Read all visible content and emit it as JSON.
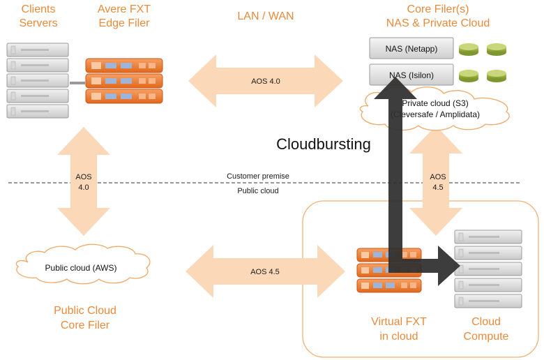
{
  "labels": {
    "clients_line1": "Clients",
    "clients_line2": "Servers",
    "avere_line1": "Avere FXT",
    "avere_line2": "Edge Filer",
    "lan_wan": "LAN / WAN",
    "core_line1": "Core Filer(s)",
    "core_line2": "NAS & Private Cloud",
    "public_core_line1": "Public Cloud",
    "public_core_line2": "Core Filer",
    "virtual_line1": "Virtual FXT",
    "virtual_line2": "in cloud",
    "compute_line1": "Cloud",
    "compute_line2": "Compute"
  },
  "arrows": {
    "top_horizontal": "AOS 4.0",
    "bottom_horizontal": "AOS 4.5",
    "left_vertical_line1": "AOS",
    "left_vertical_line2": "4.0",
    "right_vertical_line1": "AOS",
    "right_vertical_line2": "4.5"
  },
  "nas": {
    "netapp": "NAS (Netapp)",
    "isilon": "NAS (Isilon)"
  },
  "clouds": {
    "private_line1": "Private cloud (S3)",
    "private_line2": "(Cleversafe / Amplidata)",
    "public": "Public cloud (AWS)"
  },
  "divider": {
    "customer": "Customer premise",
    "public": "Public cloud"
  },
  "cloudbursting": "Cloudbursting",
  "colors": {
    "orange_text": "#e98a3b",
    "arrow_fill": "#fad8b8",
    "fxt_orange": "#f07a28",
    "dark_arrow": "#2e2e2e",
    "region_border": "#f2b074"
  }
}
